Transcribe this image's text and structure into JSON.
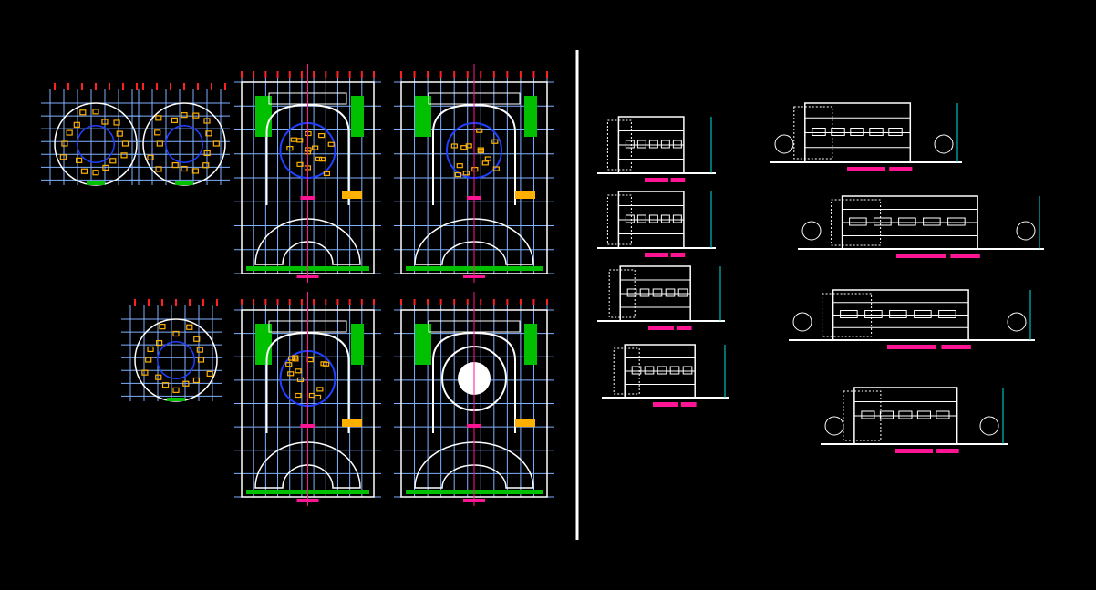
{
  "colors": {
    "background": "#000000",
    "linework": "#ffffff",
    "grid": "#80b0ff",
    "landscape": "#00c000",
    "furniture": "#ffb000",
    "labels": "#ff1493",
    "axis_markers": "#ff2020",
    "accent_cyan": "#00e0e0",
    "accent_blue": "#2040ff"
  },
  "drawings": {
    "small_plans": 3,
    "floor_plan_sheets": 4,
    "left_elevations": 4,
    "right_elevations": 4
  }
}
